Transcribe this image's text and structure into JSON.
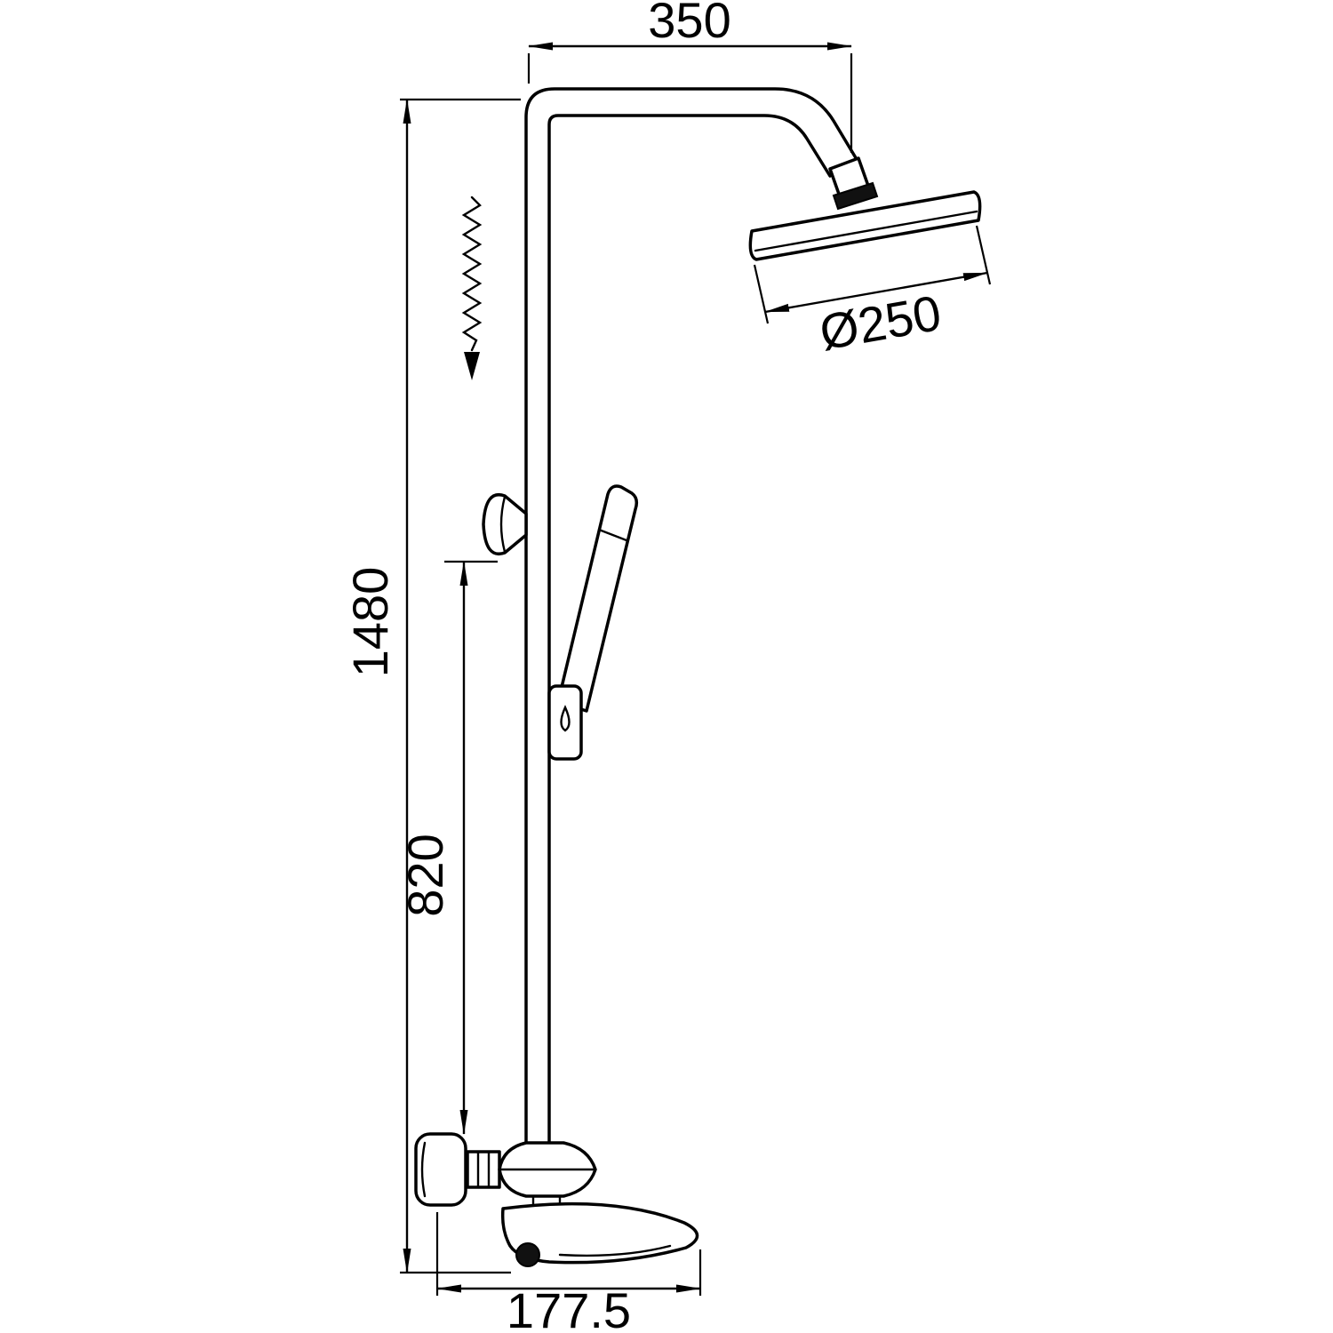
{
  "figure": {
    "type": "technical-drawing",
    "subject": "shower-column-with-mixer",
    "background_color": "#ffffff",
    "line_color": "#000000"
  },
  "dimensions": {
    "top_width": "350",
    "head_diameter": "Ø250",
    "total_height": "1480",
    "bracket_height": "820",
    "spout_length": "177.5"
  }
}
